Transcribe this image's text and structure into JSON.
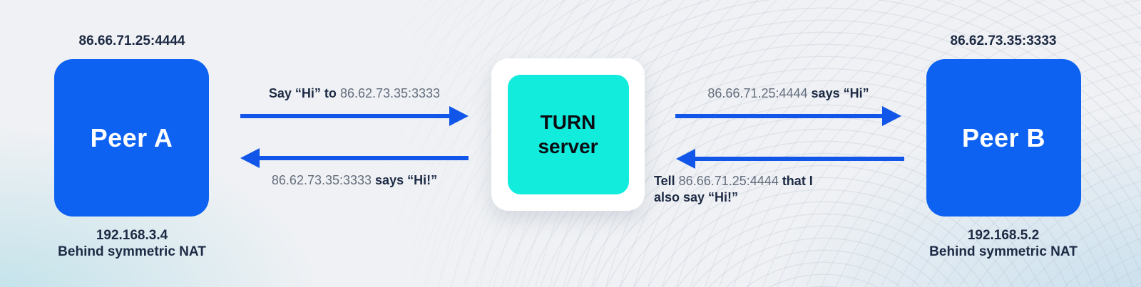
{
  "peer_a": {
    "public_address": "86.66.71.25:4444",
    "label": "Peer A",
    "local_address": "192.168.3.4",
    "nat_note": "Behind symmetric NAT"
  },
  "turn_server": {
    "line1": "TURN",
    "line2": "server"
  },
  "peer_b": {
    "public_address": "86.62.73.35:3333",
    "label": "Peer B",
    "local_address": "192.168.5.2",
    "nat_note": "Behind symmetric NAT"
  },
  "messages": {
    "a_to_turn": {
      "bold": "Say “Hi” to",
      "address": "86.62.73.35:3333"
    },
    "turn_to_a": {
      "address": "86.62.73.35:3333",
      "bold": "says “Hi!”"
    },
    "turn_to_b": {
      "address": "86.66.71.25:4444",
      "bold": "says “Hi”"
    },
    "b_to_turn": {
      "bold_prefix": "Tell",
      "address": "86.66.71.25:4444",
      "bold_suffix": "that I",
      "line2": "also say “Hi!”"
    }
  },
  "colors": {
    "peer_box": "#0e62f2",
    "turn_box": "#12ecdd",
    "arrow": "#1156e8",
    "text_dark": "#1d2a44",
    "text_gray": "#646d7c"
  }
}
